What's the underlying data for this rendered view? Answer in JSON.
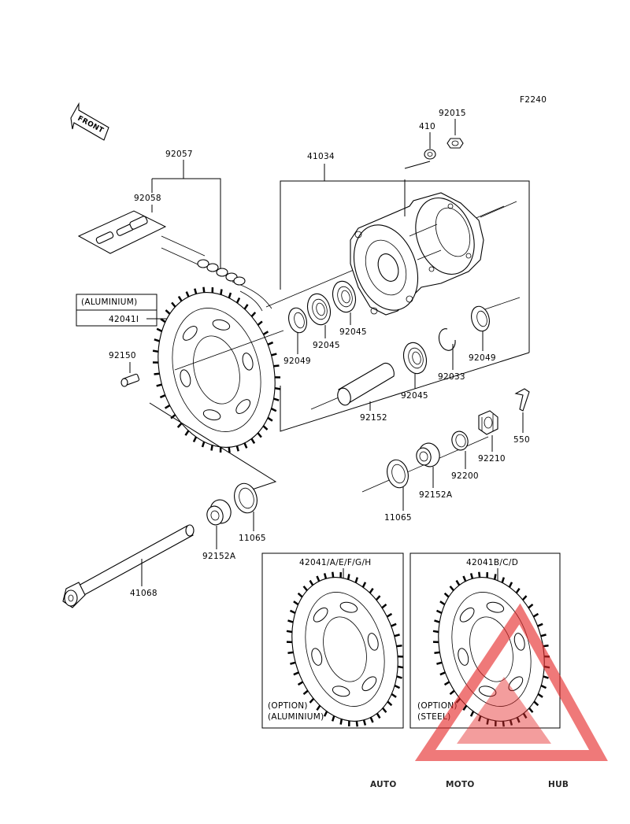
{
  "diagram_code": "F2240",
  "front_label": "FRONT",
  "parts": {
    "p92015": "92015",
    "p410": "410",
    "p41034": "41034",
    "p92057": "92057",
    "p92058": "92058",
    "p42041I": "42041I",
    "aluminium_tag": "(ALUMINIUM)",
    "p92150": "92150",
    "p92049_left": "92049",
    "p92045_a": "92045",
    "p92045_b": "92045",
    "p92045_c": "92045",
    "p92049_right": "92049",
    "p92033": "92033",
    "p92152": "92152",
    "p550": "550",
    "p92210": "92210",
    "p92200": "92200",
    "p92152A_right": "92152A",
    "p11065_right": "11065",
    "p11065_left": "11065",
    "p92152A_left": "92152A",
    "p41068": "41068"
  },
  "options": {
    "aluminium_box": {
      "part": "42041/A/E/F/G/H",
      "line1": "(OPTION)",
      "line2": "(ALUMINIUM)"
    },
    "steel_box": {
      "part": "42041B/C/D",
      "line1": "(OPTION)",
      "line2": "(STEEL)"
    }
  },
  "watermark": {
    "part1": "AUTO",
    "part2": "MOTO",
    "part3": "HUB",
    "color_orange": "#f5a623",
    "color_red": "#e52d2d",
    "color_gray": "#555555"
  }
}
